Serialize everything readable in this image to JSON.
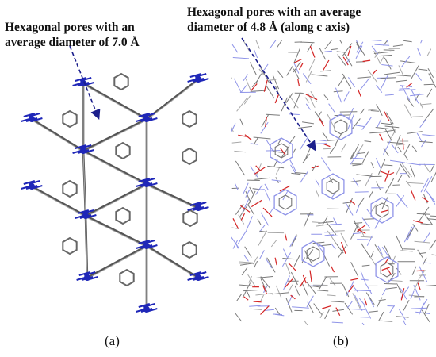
{
  "panel_a": {
    "annotation_line1": "Hexagonal pores with an",
    "annotation_line2": "average diameter of 7.0 Å",
    "caption": "(a)"
  },
  "panel_b": {
    "annotation_line1": "Hexagonal pores with an average",
    "annotation_line2": "diameter of 4.8 Å (along c axis)",
    "caption": "(b)"
  },
  "colors": {
    "carbon": "#7a7a7a",
    "nitrogen": "#1f27b8",
    "nitrogen_light": "#8f94e8",
    "oxygen": "#d42424",
    "arrow": "#1c1f8c",
    "text": "#111111"
  }
}
